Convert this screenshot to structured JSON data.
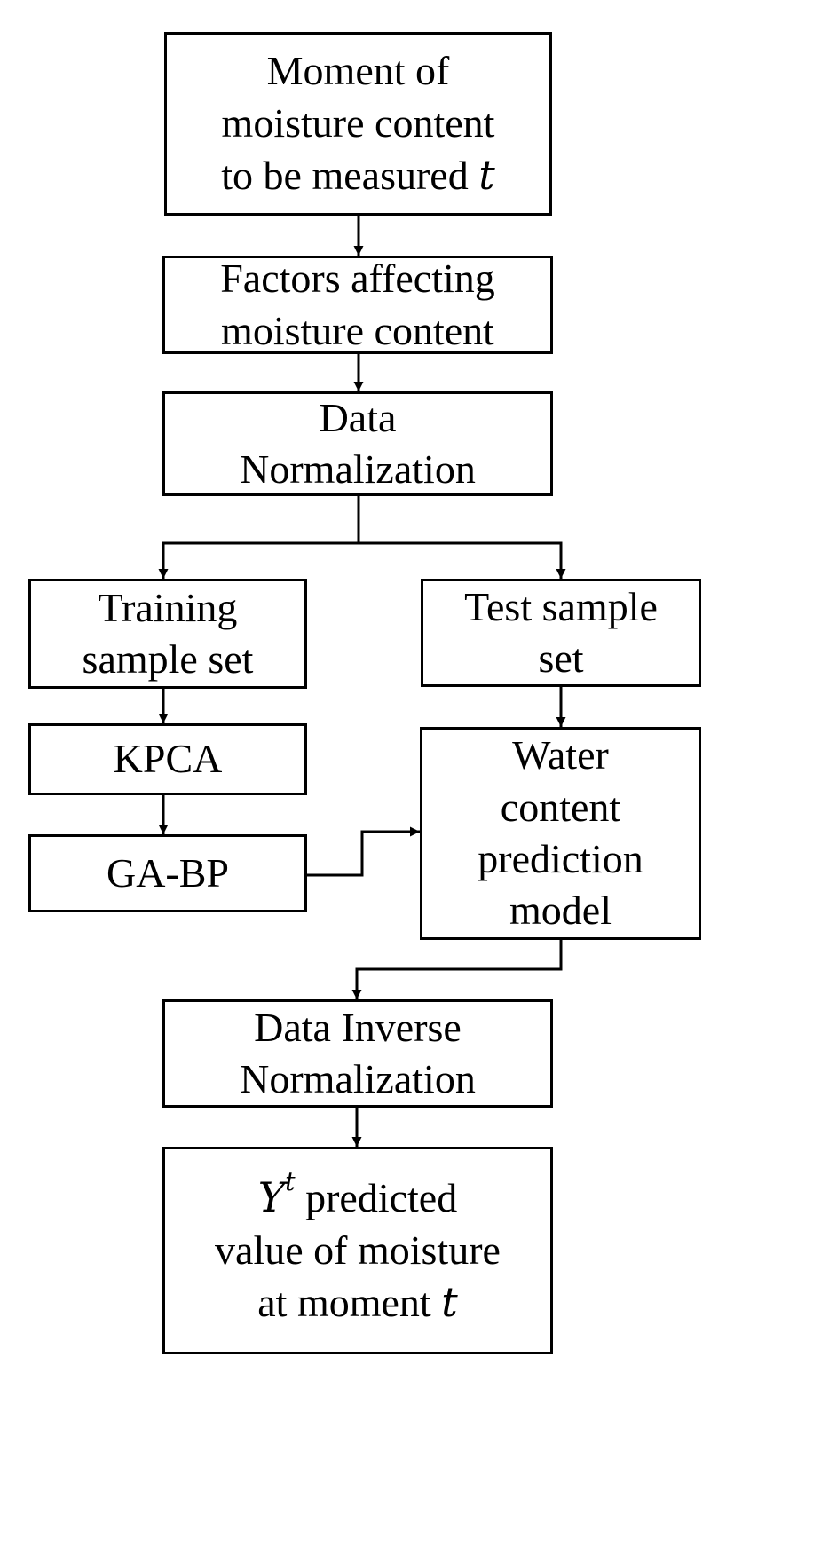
{
  "nodes": {
    "moment": {
      "line1": "Moment of",
      "line2": "moisture content",
      "line3_text": "to be measured ",
      "line3_var": "t"
    },
    "factors": {
      "line1": "Factors affecting",
      "line2": "moisture content"
    },
    "normalization": {
      "line1": "Data",
      "line2": "Normalization"
    },
    "training": {
      "line1": "Training",
      "line2": "sample set"
    },
    "test": {
      "line1": "Test sample",
      "line2": "set"
    },
    "kpca": {
      "label": "KPCA"
    },
    "gabp": {
      "label": "GA-BP"
    },
    "model": {
      "line1": "Water",
      "line2": "content",
      "line3": "prediction",
      "line4": "model"
    },
    "inverse": {
      "line1": "Data Inverse",
      "line2": "Normalization"
    },
    "output": {
      "var": "Y",
      "sup": "t",
      "line1_text": " predicted",
      "line2": "value of moisture",
      "line3_text": "at moment ",
      "line3_var": "t"
    }
  },
  "edges": [
    {
      "from": "moment",
      "to": "factors"
    },
    {
      "from": "factors",
      "to": "normalization"
    },
    {
      "from": "normalization",
      "to": "training"
    },
    {
      "from": "normalization",
      "to": "test"
    },
    {
      "from": "training",
      "to": "kpca"
    },
    {
      "from": "kpca",
      "to": "gabp"
    },
    {
      "from": "gabp",
      "to": "model"
    },
    {
      "from": "test",
      "to": "model"
    },
    {
      "from": "model",
      "to": "inverse"
    },
    {
      "from": "inverse",
      "to": "output"
    }
  ]
}
